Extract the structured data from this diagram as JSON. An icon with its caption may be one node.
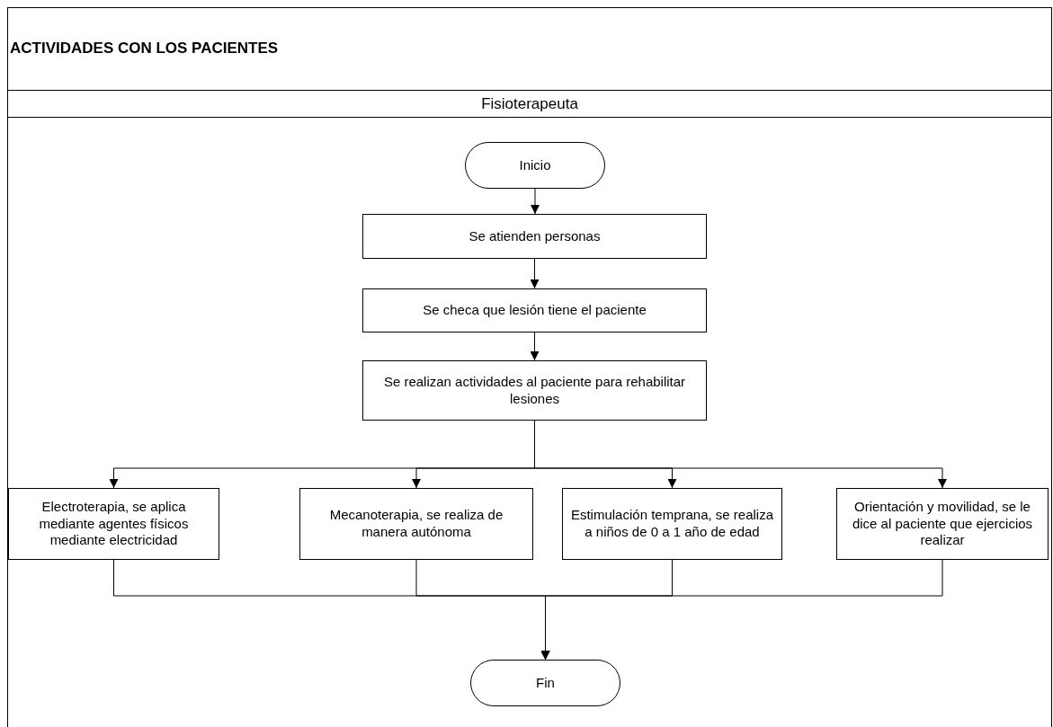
{
  "diagram": {
    "nodes": [
      {
        "text": [
          "ACTIVIDADES CON LOS PACIENTES"
        ]
      },
      {
        "text": [
          "Fisioterapeuta"
        ],
        "in": 0
      },
      {
        "text": [
          "Inicio"
        ],
        "in": 1
      },
      {
        "text": [
          "Se atienden personas"
        ],
        "in": 1
      },
      {
        "text": [
          "Se checa que lesión tiene el paciente"
        ],
        "in": 1
      },
      {
        "text": [
          "Se realizan actividades al paciente para rehabilitar lesiones"
        ],
        "in": 1
      },
      {
        "text": [
          "Electroterapia, se aplica mediante agentes físicos mediante electricidad"
        ],
        "in": 1
      },
      {
        "text": [
          "Mecanoterapia, se realiza de manera autónoma"
        ],
        "in": 1
      },
      {
        "text": [
          "Estimulación temprana, se realiza a niños de 0 a 1 año de edad"
        ],
        "in": 1
      },
      {
        "text": [
          "Orientación y movilidad, se le dice al paciente que ejercicios realizar"
        ],
        "in": 1
      },
      {
        "text": [
          "Fin"
        ],
        "in": 1
      }
    ],
    "edges": [
      {
        "from": 2,
        "to": 3,
        "arrow": "to"
      },
      {
        "from": 3,
        "to": 4,
        "arrow": "to"
      },
      {
        "from": 4,
        "to": 5,
        "arrow": "to"
      },
      {
        "from": 5,
        "to": 6,
        "arrow": "to"
      },
      {
        "from": 5,
        "to": 7,
        "arrow": "to"
      },
      {
        "from": 5,
        "to": 8,
        "arrow": "to"
      },
      {
        "from": 5,
        "to": 9,
        "arrow": "to"
      },
      {
        "from": 6,
        "to": 10,
        "arrow": "to"
      },
      {
        "from": 7,
        "to": 10,
        "arrow": "to"
      },
      {
        "from": 8,
        "to": 10,
        "arrow": "to"
      },
      {
        "from": 9,
        "to": 10,
        "arrow": "to"
      }
    ]
  }
}
